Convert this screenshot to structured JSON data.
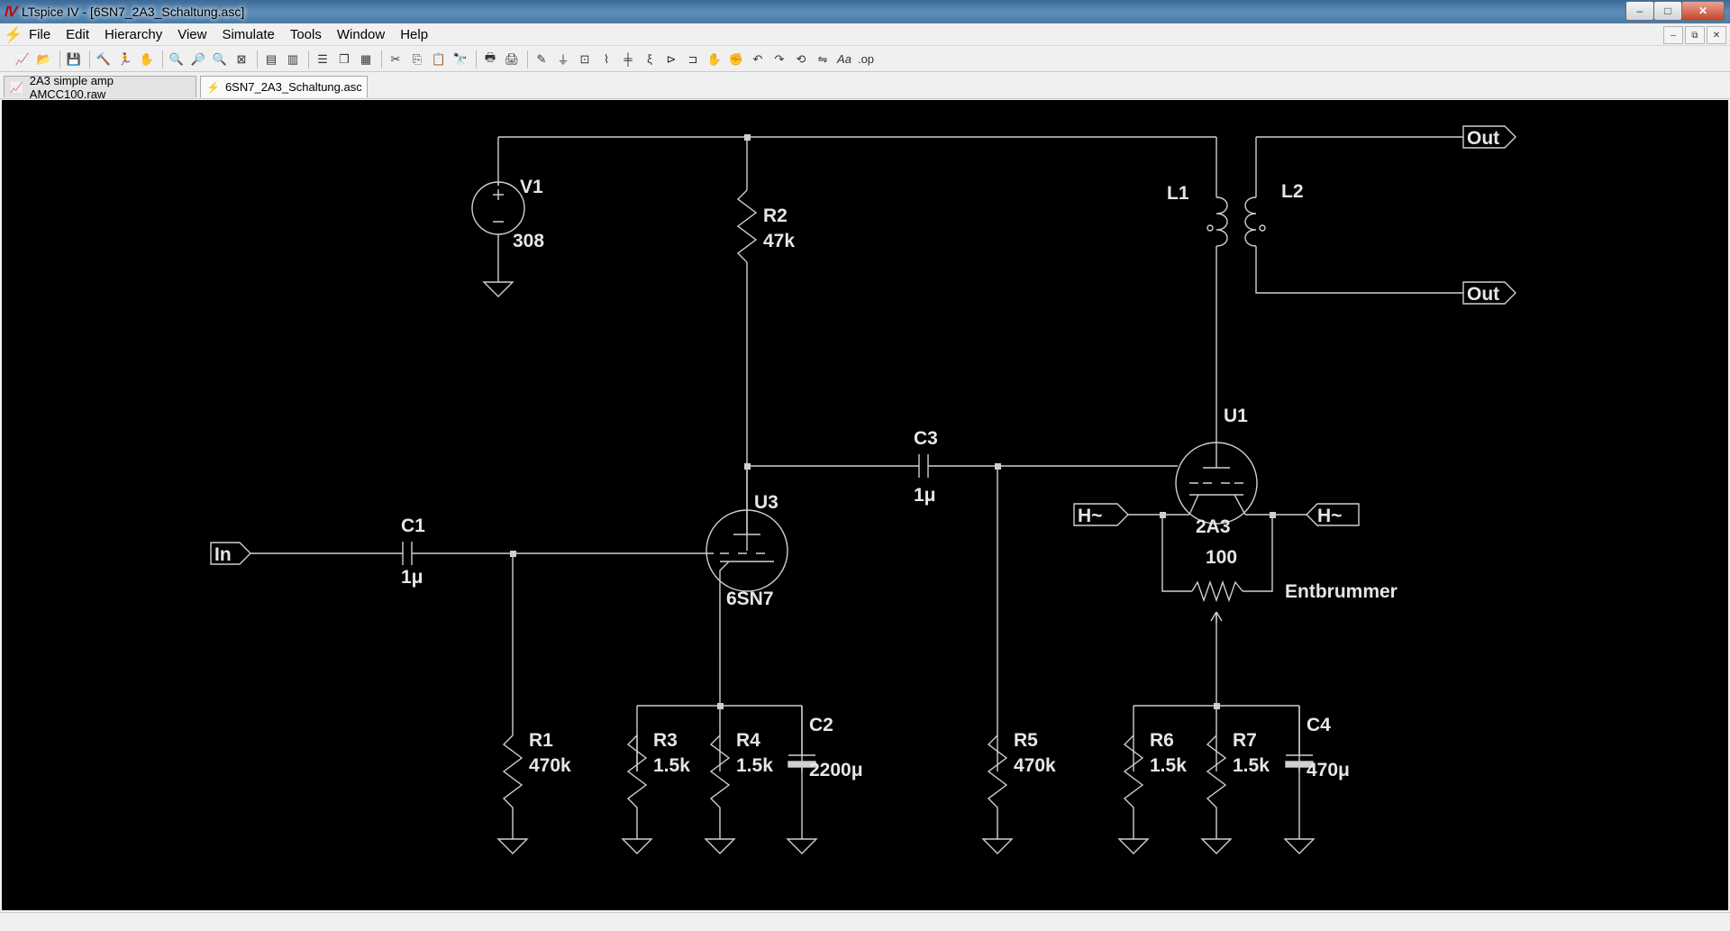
{
  "window": {
    "title": "LTspice IV - [6SN7_2A3_Schaltung.asc]",
    "buttons": {
      "minimize": "–",
      "maximize": "□",
      "close": "✕"
    }
  },
  "menu": {
    "items": [
      {
        "label": "File"
      },
      {
        "label": "Edit"
      },
      {
        "label": "Hierarchy"
      },
      {
        "label": "View"
      },
      {
        "label": "Simulate"
      },
      {
        "label": "Tools"
      },
      {
        "label": "Window"
      },
      {
        "label": "Help"
      }
    ],
    "mdi_buttons": {
      "minimize": "–",
      "restore": "⧉",
      "close": "✕"
    }
  },
  "toolbar": {
    "icons": [
      "new-schematic-icon",
      "open-icon",
      "save-icon",
      "control-panel-icon",
      "run-icon",
      "halt-icon",
      "zoom-in-icon",
      "zoom-area-icon",
      "zoom-out-icon",
      "zoom-fit-icon",
      "autorange-icon",
      "tile-horizontal-icon",
      "tile-vertical-icon",
      "cascade-icon",
      "cut-icon",
      "copy-icon",
      "paste-icon",
      "find-icon",
      "print-icon",
      "print-preview-icon",
      "wire-icon",
      "ground-icon",
      "label-icon",
      "resistor-icon",
      "capacitor-icon",
      "inductor-icon",
      "diode-icon",
      "component-icon",
      "move-icon",
      "drag-icon",
      "undo-icon",
      "redo-icon",
      "rotate-icon",
      "mirror-icon",
      "text-icon",
      "spice-directive-icon"
    ]
  },
  "tabs": [
    {
      "label": "2A3 simple amp AMCC100.raw",
      "icon": "waveform-icon",
      "active": false
    },
    {
      "label": "6SN7_2A3_Schaltung.asc",
      "icon": "schematic-icon",
      "active": true
    }
  ],
  "schematic": {
    "components": {
      "V1": {
        "name": "V1",
        "value": "308"
      },
      "R1": {
        "name": "R1",
        "value": "470k"
      },
      "R2": {
        "name": "R2",
        "value": "47k"
      },
      "R3": {
        "name": "R3",
        "value": "1.5k"
      },
      "R4": {
        "name": "R4",
        "value": "1.5k"
      },
      "R5": {
        "name": "R5",
        "value": "470k"
      },
      "R6": {
        "name": "R6",
        "value": "1.5k"
      },
      "R7": {
        "name": "R7",
        "value": "1.5k"
      },
      "C1": {
        "name": "C1",
        "value": "1μ"
      },
      "C2": {
        "name": "C2",
        "value": "2200μ"
      },
      "C3": {
        "name": "C3",
        "value": "1μ"
      },
      "C4": {
        "name": "C4",
        "value": "470μ"
      },
      "U1": {
        "name": "U1",
        "value": "2A3"
      },
      "U3": {
        "name": "U3",
        "value": "6SN7"
      },
      "L1": {
        "name": "L1"
      },
      "L2": {
        "name": "L2"
      },
      "Pot": {
        "name": "Entbrummer",
        "value": "100"
      }
    },
    "net_labels": {
      "in": "In",
      "out_top": "Out",
      "out_bottom": "Out",
      "heater_left": "H~",
      "heater_right": "H~"
    }
  }
}
